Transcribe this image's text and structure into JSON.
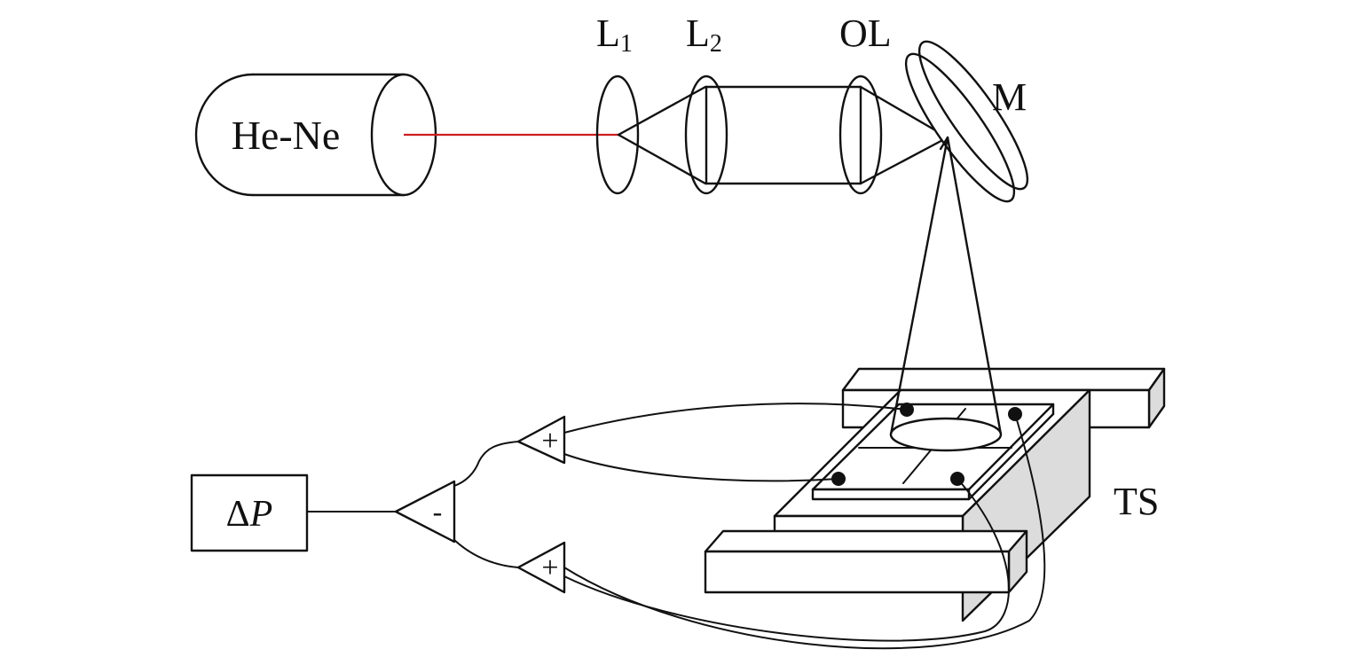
{
  "labels": {
    "laser": "He-Ne",
    "lens1_main": "L",
    "lens1_sub": "1",
    "lens2_main": "L",
    "lens2_sub": "2",
    "objective": "OL",
    "mirror": "M",
    "stage": "TS",
    "output_delta": "Δ",
    "output_var": "P",
    "diff_amp_sign": "-",
    "amp_top_sign": "+",
    "amp_bottom_sign": "+"
  },
  "colors": {
    "beam": "#cc1f1f",
    "line": "#111111",
    "shade": "#dcdcdc"
  }
}
